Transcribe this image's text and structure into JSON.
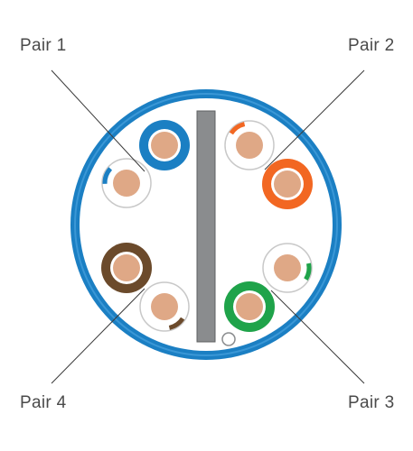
{
  "labels": {
    "pair1": "Pair 1",
    "pair2": "Pair 2",
    "pair3": "Pair 3",
    "pair4": "Pair 4"
  },
  "colors": {
    "jacket": "#1b7fc3",
    "jacket_inner": "#ffffff",
    "spline": "#8a8c8e",
    "spline_stroke": "#5f6163",
    "copper": "#dfa886",
    "blue": "#1b7fc3",
    "orange": "#f26722",
    "green": "#1fa34a",
    "brown": "#6b4a2b",
    "leader_line": "#3a3a3a"
  },
  "conductors": [
    {
      "pair": "pair1",
      "insulation": "solid",
      "color": "blue"
    },
    {
      "pair": "pair1",
      "insulation": "white-stripe",
      "color": "blue"
    },
    {
      "pair": "pair2",
      "insulation": "white-stripe",
      "color": "orange"
    },
    {
      "pair": "pair2",
      "insulation": "solid",
      "color": "orange"
    },
    {
      "pair": "pair3",
      "insulation": "white-stripe",
      "color": "green"
    },
    {
      "pair": "pair3",
      "insulation": "solid",
      "color": "green"
    },
    {
      "pair": "pair4",
      "insulation": "solid",
      "color": "brown"
    },
    {
      "pair": "pair4",
      "insulation": "white-stripe",
      "color": "brown"
    }
  ]
}
